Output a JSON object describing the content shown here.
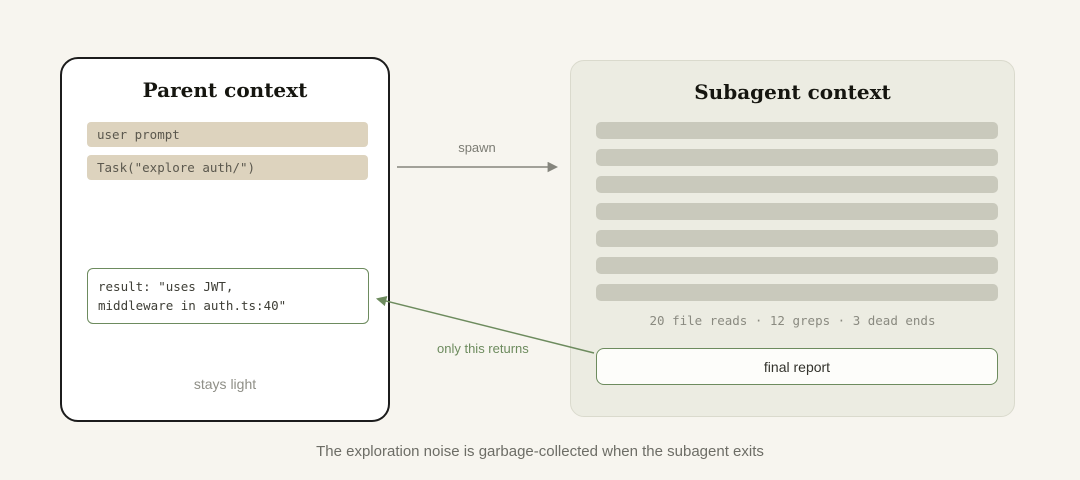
{
  "caption": "The exploration noise is garbage-collected when the subagent exits",
  "colors": {
    "background": "#f7f5ef",
    "accent_green": "#6d8b5e",
    "pill_bg": "#ddd3be",
    "bar_fill": "#c9c9bc",
    "panel_bg": "#ecece2",
    "parent_border": "#1c1c1c",
    "muted_text": "#8a8a80"
  },
  "parent": {
    "title": "Parent context",
    "pills": [
      {
        "label": "user prompt"
      },
      {
        "label": "Task(\"explore auth/\")"
      }
    ],
    "result": {
      "line1": "result: \"uses JWT,",
      "line2": "middleware in auth.ts:40\""
    },
    "footer": "stays light"
  },
  "arrows": {
    "spawn_label": "spawn",
    "return_label": "only this returns"
  },
  "subagent": {
    "title": "Subagent context",
    "bar_count": 7,
    "stats": "20 file reads · 12 greps · 3 dead ends",
    "final_report": "final report"
  }
}
